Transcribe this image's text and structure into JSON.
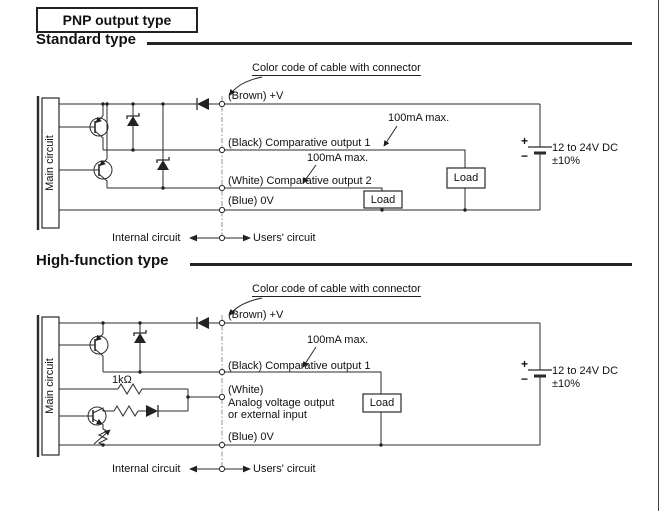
{
  "page": {
    "title_box": "PNP output type"
  },
  "standard": {
    "heading": "Standard type",
    "color_code_note": "Color code of cable with connector",
    "main_circuit_label": "Main circuit",
    "wires": {
      "brown": "(Brown) +V",
      "black": "(Black) Comparative output 1",
      "white": "(White) Comparative output 2",
      "blue": "(Blue) 0V"
    },
    "current_limit_1": "100mA max.",
    "current_limit_2": "100mA max.",
    "load_1": "Load",
    "load_2": "Load",
    "supply": {
      "plus": "+",
      "minus": "−",
      "voltage": "12 to 24V DC",
      "tolerance": "±10%"
    },
    "footer": {
      "internal": "Internal circuit",
      "users": "Users' circuit"
    }
  },
  "high_function": {
    "heading": "High-function type",
    "color_code_note": "Color code of cable with connector",
    "main_circuit_label": "Main circuit",
    "resistor_label": "1kΩ",
    "wires": {
      "brown": "(Brown) +V",
      "black": "(Black) Comparative output 1",
      "white": "(White)",
      "white_desc_1": "Analog voltage output",
      "white_desc_2": "or external input",
      "blue": "(Blue) 0V"
    },
    "current_limit_1": "100mA max.",
    "load_1": "Load",
    "supply": {
      "plus": "+",
      "minus": "−",
      "voltage": "12 to 24V DC",
      "tolerance": "±10%"
    },
    "footer": {
      "internal": "Internal circuit",
      "users": "Users' circuit"
    }
  }
}
